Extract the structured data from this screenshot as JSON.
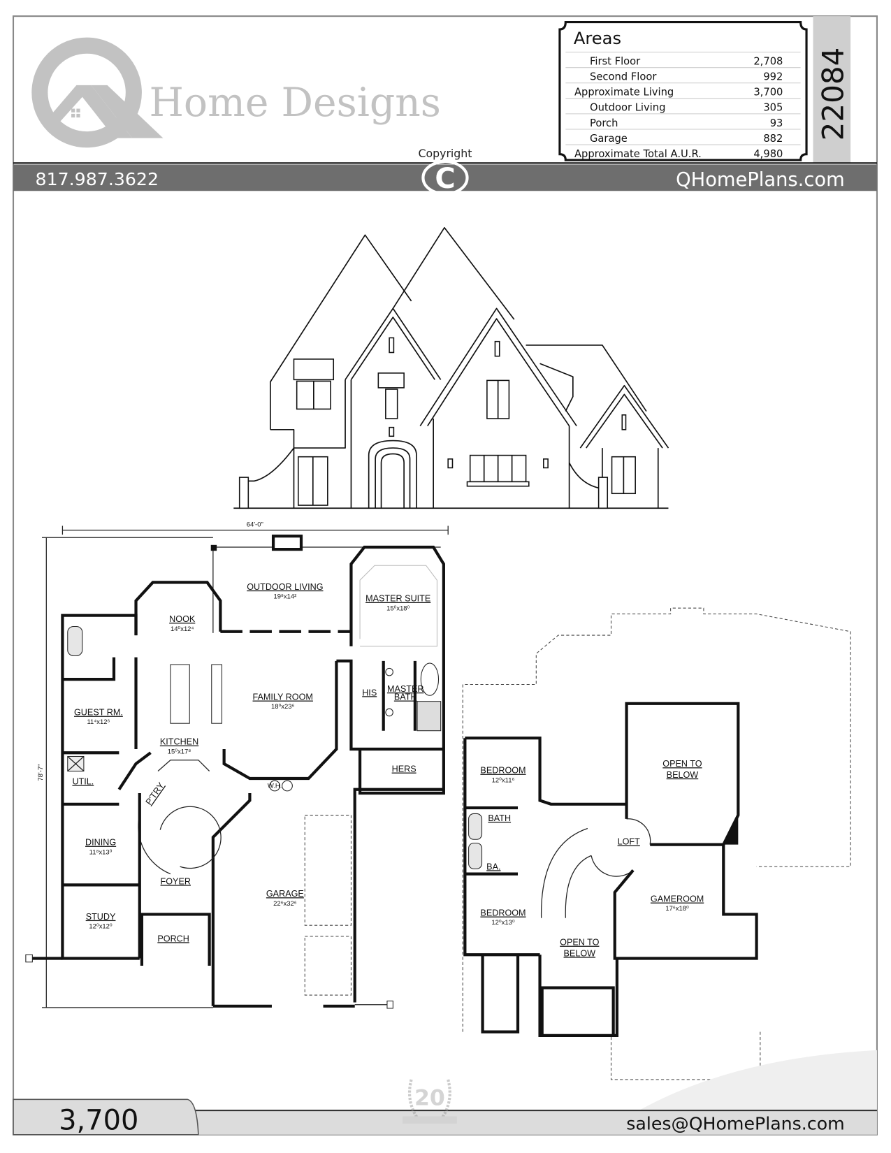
{
  "header": {
    "logo_text": "Home Designs",
    "phone": "817.987.3622",
    "website": "QHomePlans.com",
    "copyright_label": "Copyright",
    "copyright_symbol": "C",
    "plan_number": "22084"
  },
  "areas": {
    "title": "Areas",
    "rows": [
      {
        "label": "First Floor",
        "value": "2,708",
        "indent": true
      },
      {
        "label": "Second Floor",
        "value": "992",
        "indent": true
      },
      {
        "label": "Approximate Living",
        "value": "3,700",
        "indent": false
      },
      {
        "label": "Outdoor Living",
        "value": "305",
        "indent": true
      },
      {
        "label": "Porch",
        "value": "93",
        "indent": true
      },
      {
        "label": "Garage",
        "value": "882",
        "indent": true
      },
      {
        "label": "Approximate Total A.U.R.",
        "value": "4,980",
        "indent": false
      }
    ]
  },
  "first_floor": {
    "width_dim": "64'-0\"",
    "depth_dim": "78'-7\"",
    "rooms": {
      "outdoor_living": {
        "name": "OUTDOOR LIVING",
        "size": "19⁸x14²"
      },
      "master_suite": {
        "name": "MASTER SUITE",
        "size": "15⁰x18⁰"
      },
      "nook": {
        "name": "NOOK",
        "size": "14⁰x12⁴"
      },
      "guest": {
        "name": "GUEST RM.",
        "size": "11⁴x12⁶"
      },
      "family": {
        "name": "FAMILY ROOM",
        "size": "18⁰x23⁶"
      },
      "his": {
        "name": "HIS"
      },
      "master_bath": {
        "name": "MASTER",
        "name2": "BATH"
      },
      "kitchen": {
        "name": "KITCHEN",
        "size": "15⁰x17⁸"
      },
      "hers": {
        "name": "HERS"
      },
      "util": {
        "name": "UTIL."
      },
      "pantry": {
        "name": "P'TRY"
      },
      "dining": {
        "name": "DINING",
        "size": "11⁸x13⁰"
      },
      "foyer": {
        "name": "FOYER"
      },
      "garage": {
        "name": "GARAGE",
        "size": "22⁶x32⁶"
      },
      "study": {
        "name": "STUDY",
        "size": "12⁰x12⁰"
      },
      "porch": {
        "name": "PORCH"
      },
      "water_heater": "W.H."
    }
  },
  "second_floor": {
    "rooms": {
      "bedroom1": {
        "name": "BEDROOM",
        "size": "12⁰x11⁶"
      },
      "open1": {
        "name": "OPEN TO",
        "name2": "BELOW"
      },
      "bath": {
        "name": "BATH"
      },
      "loft": {
        "name": "LOFT"
      },
      "ba": {
        "name": "BA."
      },
      "gameroom": {
        "name": "GAMEROOM",
        "size": "17⁶x18⁰"
      },
      "bedroom2": {
        "name": "BEDROOM",
        "size": "12⁰x13⁰"
      },
      "open2": {
        "name": "OPEN TO",
        "name2": "BELOW"
      }
    }
  },
  "footer": {
    "total_sqft": "3,700",
    "email": "sales@QHomePlans.com",
    "badge_number": "20"
  },
  "colors": {
    "band": "#6e6e6e",
    "logo_gray": "#c2c2c2",
    "plan_strip": "#cfcfcf",
    "footer_band": "#dcdcdc"
  }
}
